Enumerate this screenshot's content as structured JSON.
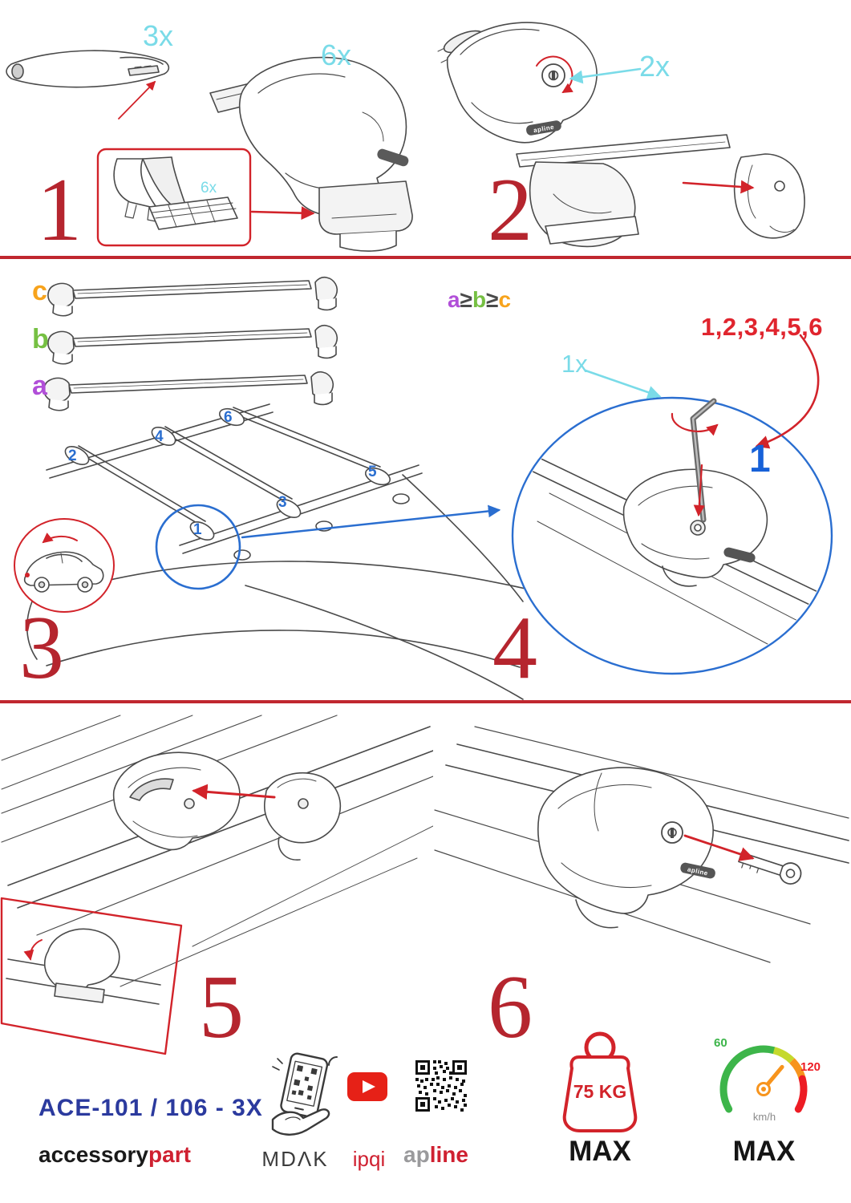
{
  "colors": {
    "step_number_red": "#b5252e",
    "arrow_red": "#d2232a",
    "quantity_cyan": "#7adbe8",
    "highlight_blue": "#2a6ed0",
    "sequence_red": "#e0252e",
    "final_blue": "#1761d8",
    "model_blue": "#2b3a9e",
    "bar_c_orange": "#f7a31c",
    "bar_b_green": "#76c043",
    "bar_a_purple": "#b14fd8",
    "brand_red": "#cf2030",
    "speed_green": "#3db54a",
    "speed_red": "#ed1c24"
  },
  "panels": {
    "step1": {
      "num": "1",
      "qty_bar": "3x",
      "qty_foot": "6x",
      "qty_pad": "6x"
    },
    "step2": {
      "num": "2",
      "qty_lock": "2x"
    },
    "step3": {
      "num": "3",
      "bar_c": "c",
      "bar_b": "b",
      "bar_a": "a",
      "formula": {
        "a": "a",
        "ge1": "≥",
        "b": "b",
        "ge2": "≥",
        "c": "c"
      },
      "positions": {
        "p1": "1",
        "p2": "2",
        "p3": "3",
        "p4": "4",
        "p5": "5",
        "p6": "6"
      }
    },
    "step4": {
      "num": "4",
      "qty_tool": "1x",
      "sequence": "1,2,3,4,5,6",
      "final_step": "1"
    },
    "step5": {
      "num": "5"
    },
    "step6": {
      "num": "6"
    }
  },
  "badges": {
    "apline": "apline"
  },
  "footer": {
    "model": "ACE-101 / 106 - 3X",
    "brand1_black": "accessory",
    "brand1_red": "part",
    "brand2": "MDΛK",
    "brand3": "ipqi",
    "brand4_gray": "ap",
    "brand4_red": "line",
    "weight_value": "75 KG",
    "weight_max": "MAX",
    "speed_min": "60",
    "speed_max_value": "120",
    "speed_unit": "km/h",
    "speed_max": "MAX"
  }
}
